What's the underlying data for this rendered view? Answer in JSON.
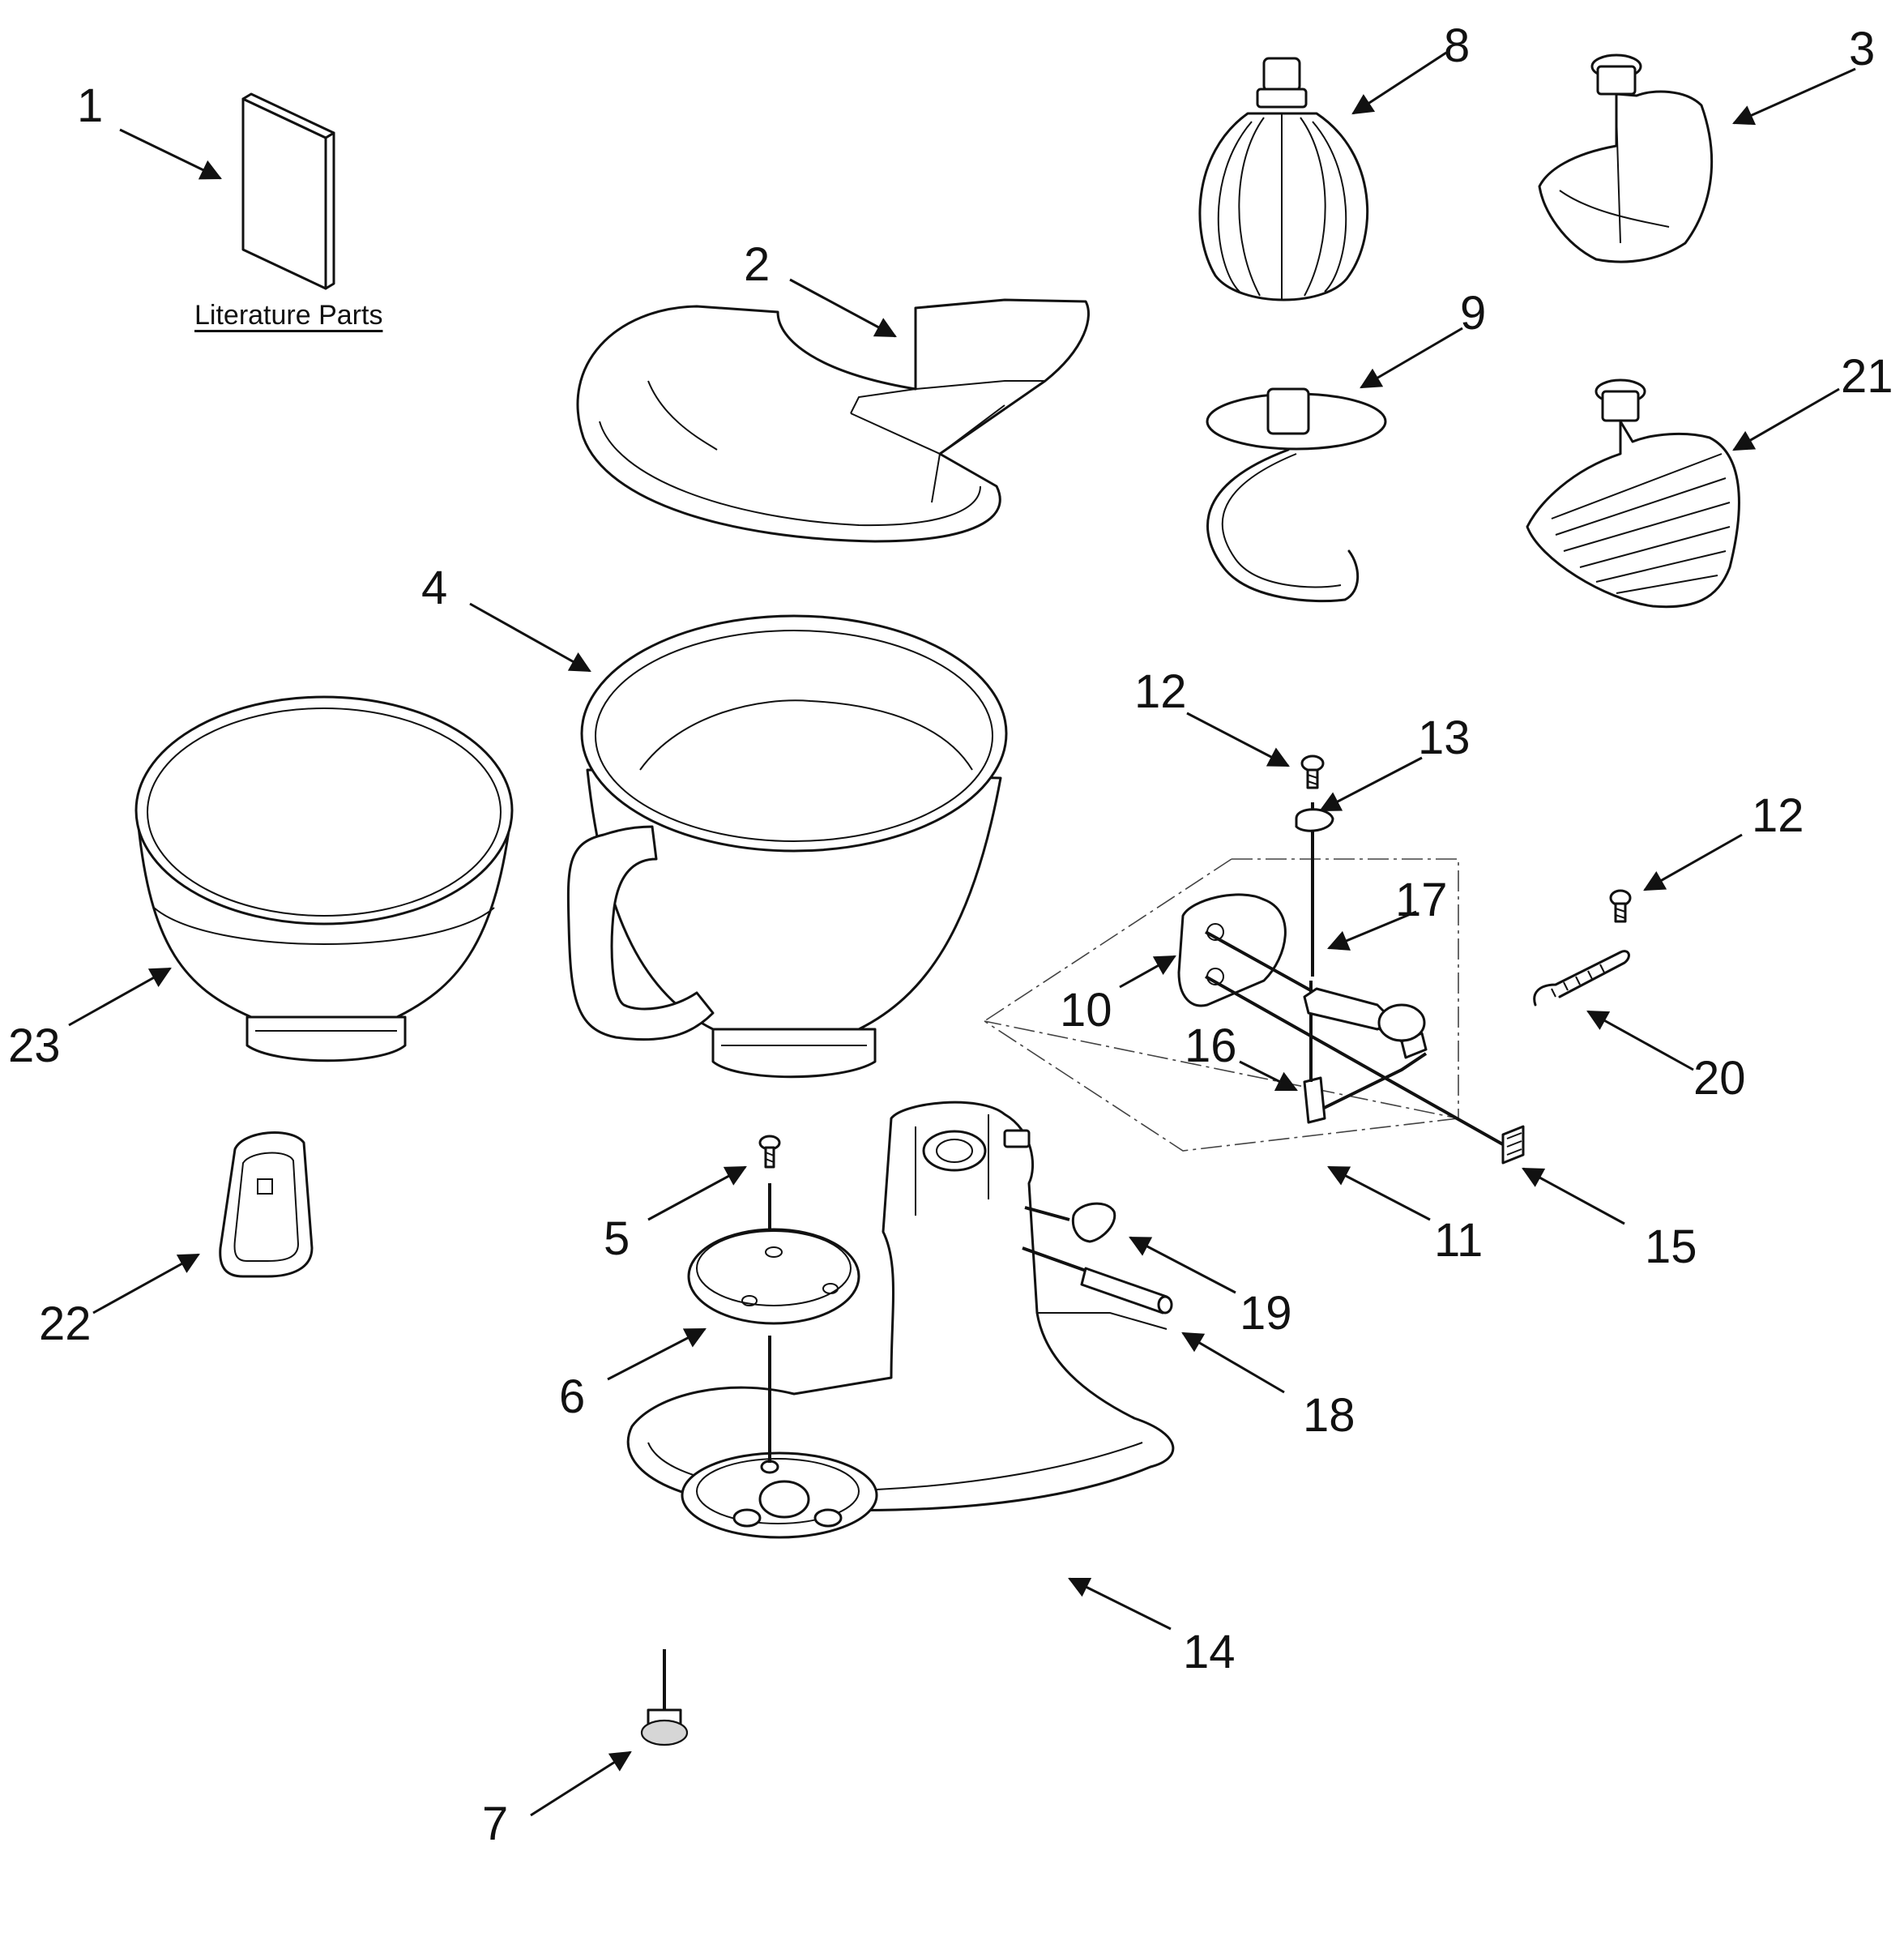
{
  "literature_label": "Literature Parts",
  "callouts": [
    "1",
    "2",
    "3",
    "4",
    "5",
    "6",
    "7",
    "8",
    "9",
    "10",
    "11",
    "12",
    "12",
    "13",
    "14",
    "15",
    "16",
    "17",
    "18",
    "19",
    "20",
    "21",
    "22",
    "23"
  ],
  "colors": {
    "line": "#111111",
    "background": "#ffffff"
  }
}
